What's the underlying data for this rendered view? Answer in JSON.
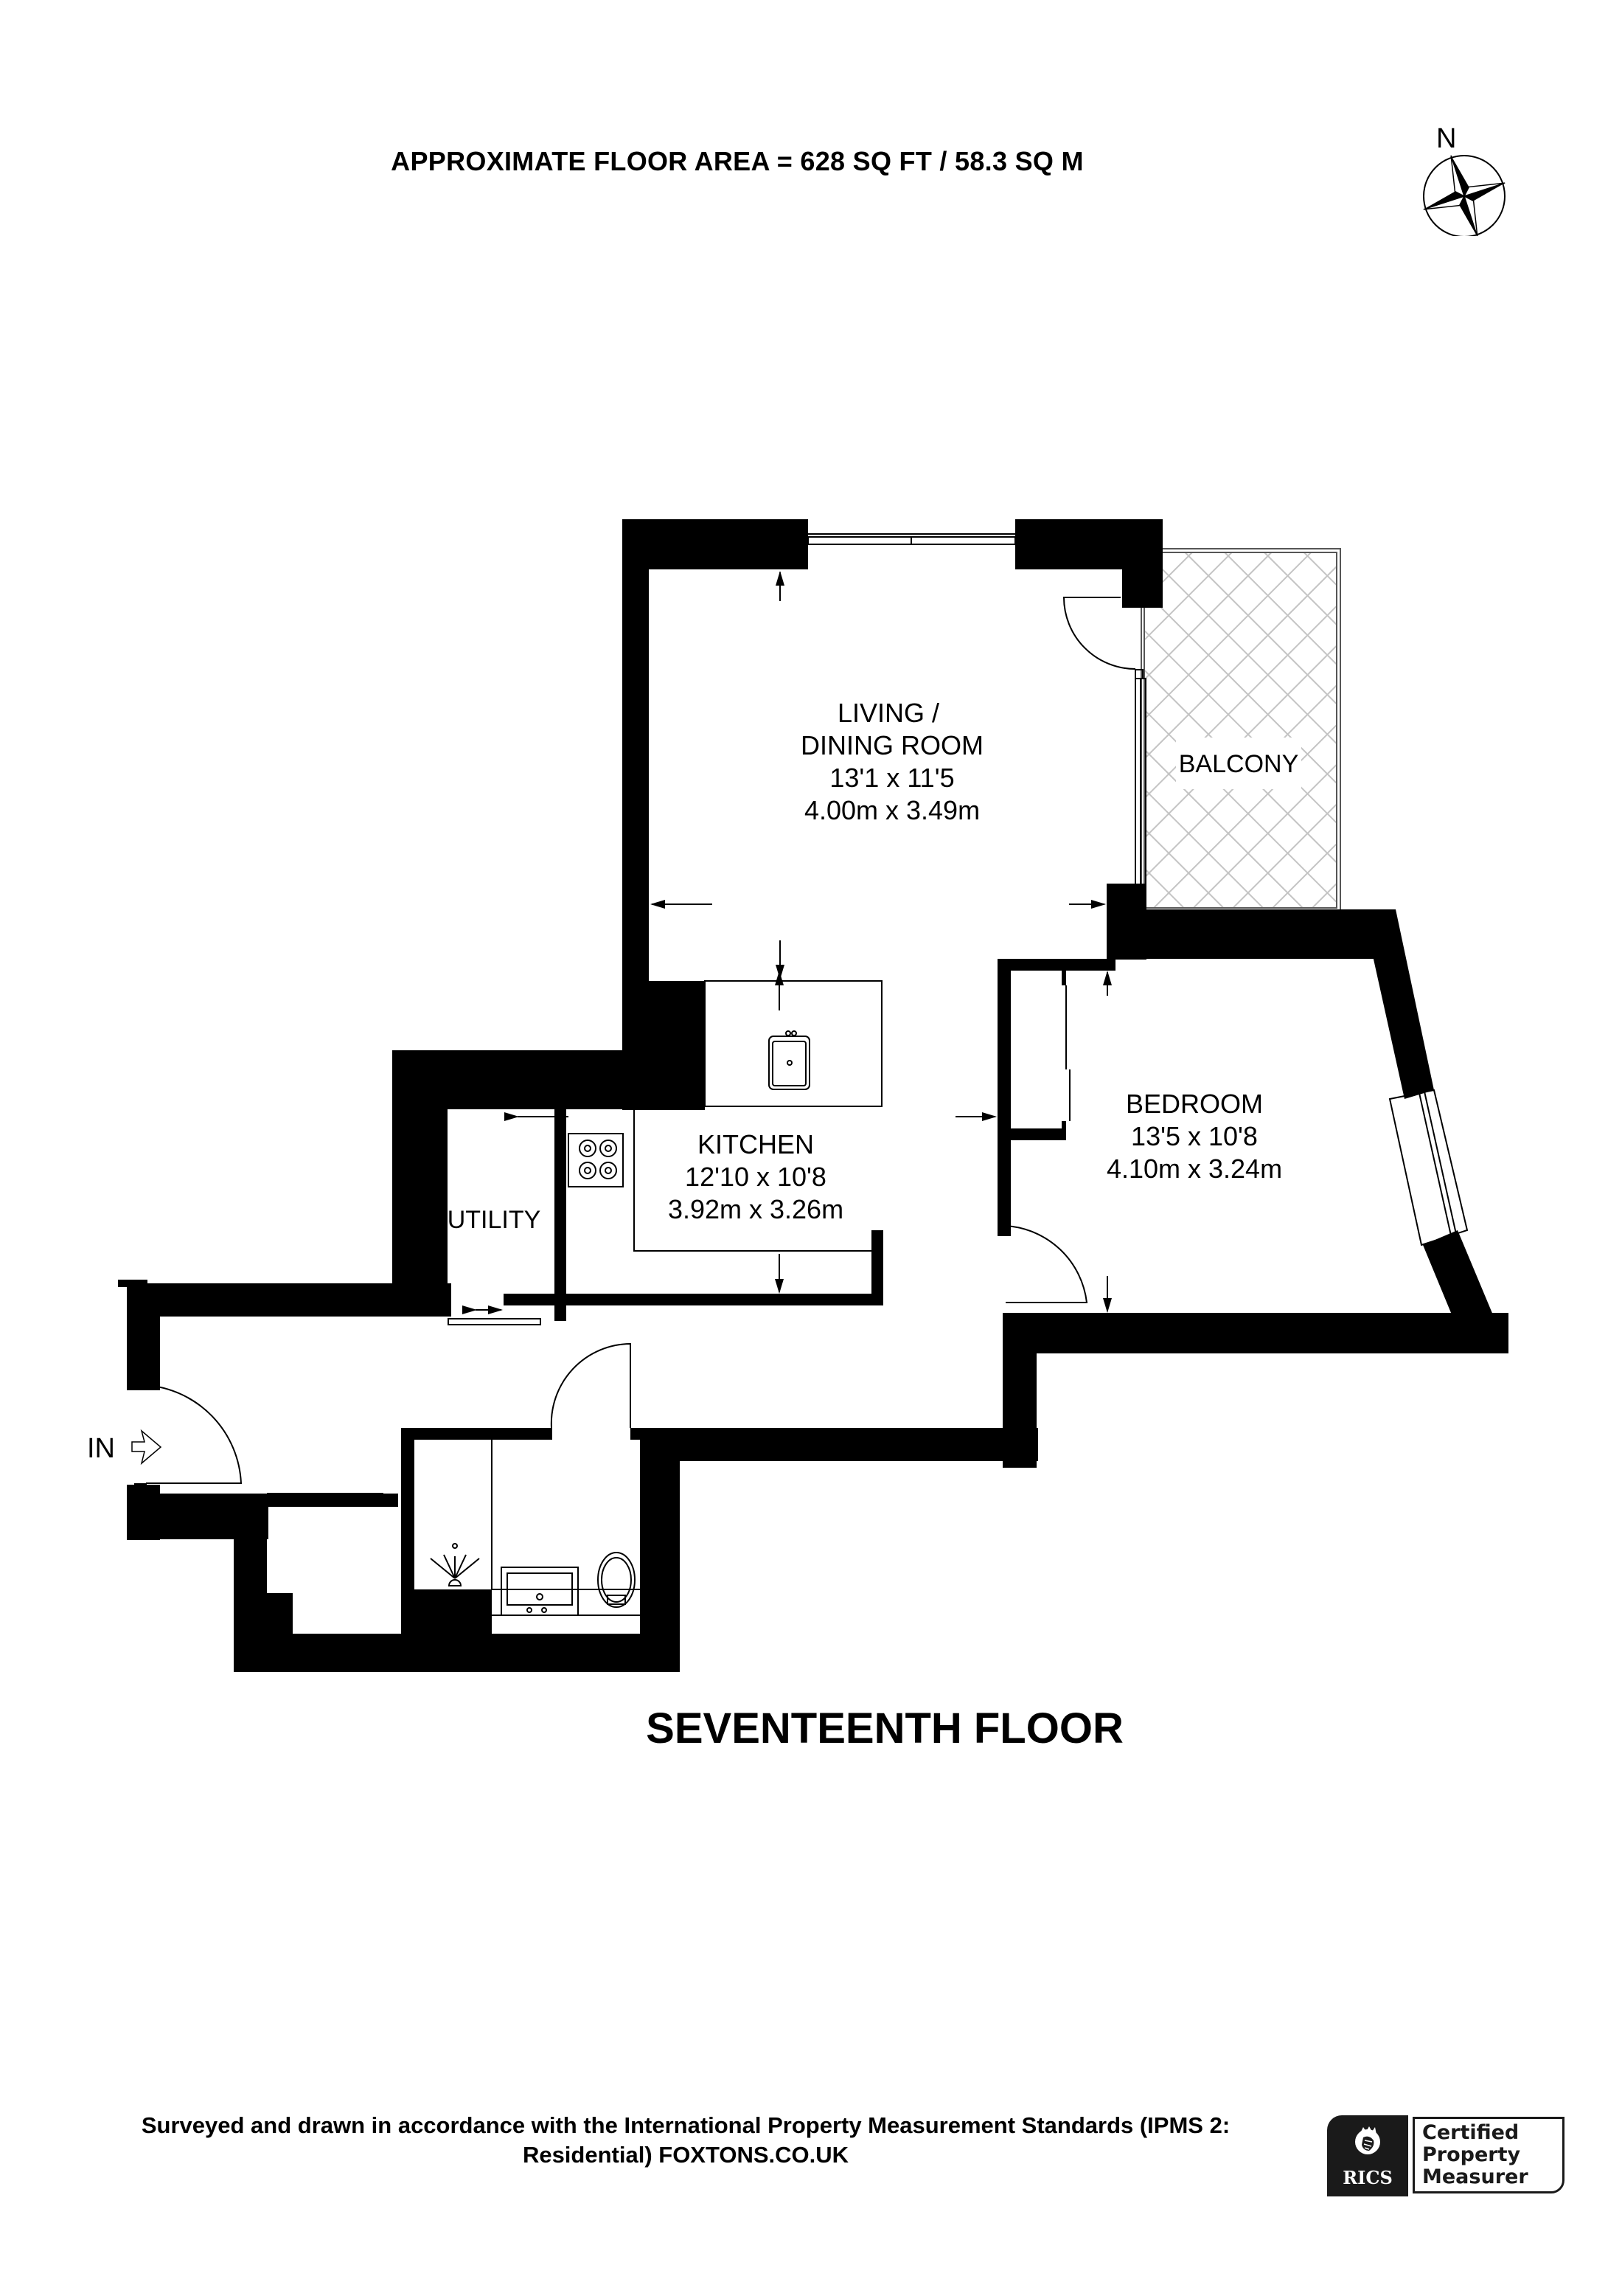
{
  "header": {
    "floor_area": "APPROXIMATE FLOOR AREA = 628 SQ FT / 58.3 SQ M"
  },
  "compass": {
    "label": "N",
    "icon": "north-compass-star-icon"
  },
  "rooms": {
    "living": {
      "name_line1": "LIVING /",
      "name_line2": "DINING ROOM",
      "imperial": "13'1 x 11'5",
      "metric": "4.00m x 3.49m"
    },
    "balcony": {
      "name": "BALCONY"
    },
    "kitchen": {
      "name": "KITCHEN",
      "imperial": "12'10 x 10'8",
      "metric": "3.92m x 3.26m"
    },
    "bedroom": {
      "name": "BEDROOM",
      "imperial": "13'5 x 10'8",
      "metric": "4.10m x 3.24m"
    },
    "utility": {
      "name": "UTILITY"
    },
    "entrance": {
      "label": "IN"
    }
  },
  "floor_label": "SEVENTEENTH FLOOR",
  "footer": {
    "line1": "Surveyed and drawn in accordance with the International Property Measurement Standards (IPMS 2:",
    "line2": "Residential) FOXTONS.CO.UK"
  },
  "badge": {
    "org": "RICS",
    "line1": "Certified",
    "line2": "Property",
    "line3": "Measurer"
  },
  "colors": {
    "wall": "#000000",
    "balcony_hatch": "#c4c4c4",
    "line": "#000000",
    "background": "#ffffff"
  }
}
